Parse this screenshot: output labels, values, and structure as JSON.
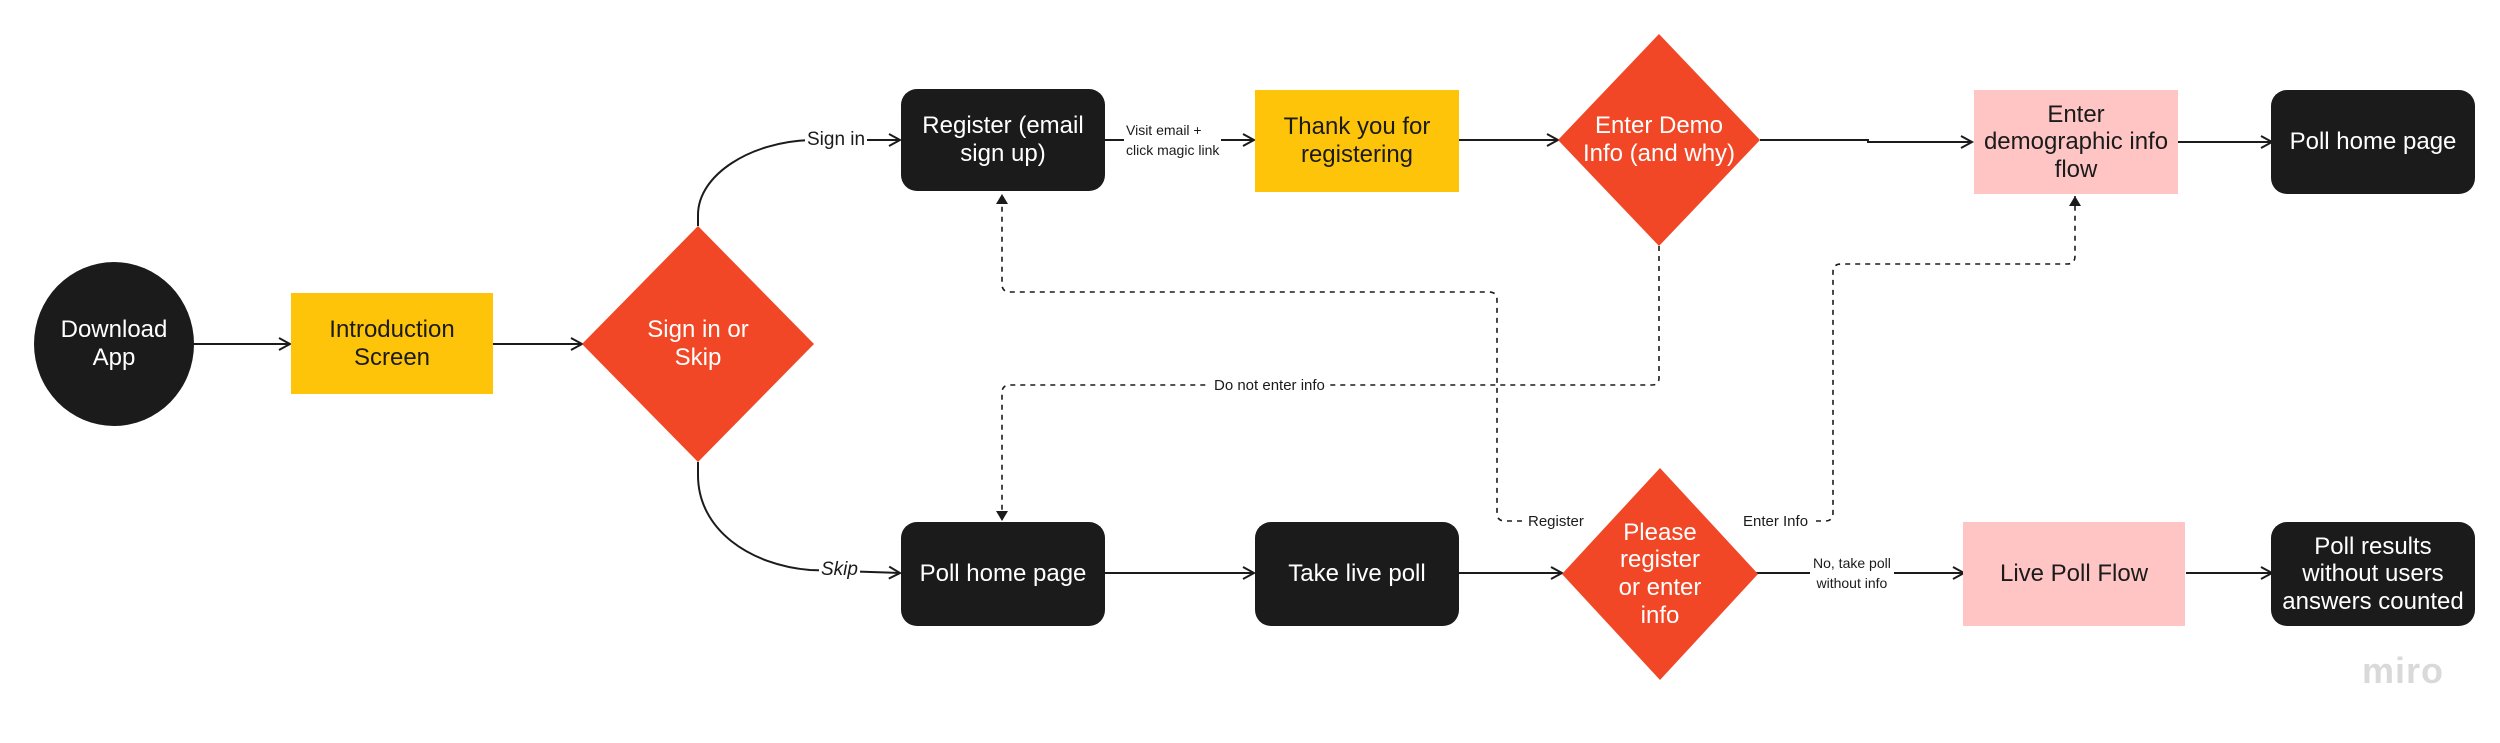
{
  "colors": {
    "black": "#1b1b1b",
    "yellow": "#fdc40a",
    "orange": "#f24726",
    "pink": "#ffc5c5",
    "edge": "#1b1b1b"
  },
  "nodes": {
    "download_app": "Download\nApp",
    "introduction_screen": "Introduction\nScreen",
    "sign_in_or_skip": "Sign in or\nSkip",
    "register": "Register (email\nsign up)",
    "thank_you": "Thank you for\nregistering",
    "enter_demo_info": "Enter Demo\nInfo (and why)",
    "demographic_flow": "Enter\ndemographic info\nflow",
    "poll_home_top": "Poll home page",
    "poll_home_bottom": "Poll home page",
    "take_live_poll": "Take live poll",
    "please_register": "Please\nregister\nor enter\ninfo",
    "live_poll_flow": "Live Poll Flow",
    "poll_results": "Poll results\nwithout users\nanswers counted"
  },
  "edge_labels": {
    "sign_in": "Sign in",
    "skip": "Skip",
    "visit_email": "Visit email +\nclick magic link",
    "do_not_enter": "Do not enter info",
    "register": "Register",
    "enter_info": "Enter Info",
    "no_take_poll": "No, take poll\nwithout info"
  },
  "brand": "miro"
}
